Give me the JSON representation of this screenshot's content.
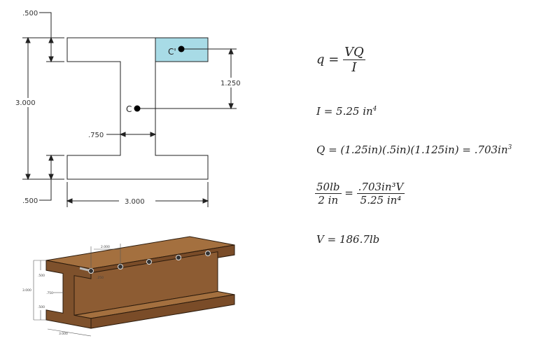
{
  "cross_section": {
    "labels": {
      "top_flange": ".500",
      "height": "3.000",
      "bottom_flange": ".500",
      "web": ".750",
      "width": "3.000",
      "distance": "1.250",
      "centroid": "C",
      "area_centroid": "C'"
    },
    "highlight_color": "#a8dbe6"
  },
  "beam_3d": {
    "labels": [
      "2.000",
      ".500",
      "3.000",
      ".750",
      ".500",
      "3.000",
      ".250"
    ],
    "wood_color": "#8a5a32"
  },
  "equations": {
    "shear_flow": {
      "lhs": "q =",
      "num": "VQ",
      "den": "I"
    },
    "inertia": "I = 5.25 in",
    "inertia_exp": "4",
    "first_moment": "Q = (1.25in)(.5in)(1.125in) = .703in",
    "first_moment_exp": "3",
    "ratio": {
      "lnum": "50lb",
      "lden": "2 in",
      "eq": "=",
      "rnum": ".703in³V",
      "rden": "5.25 in⁴"
    },
    "result": "V = 186.7lb"
  }
}
